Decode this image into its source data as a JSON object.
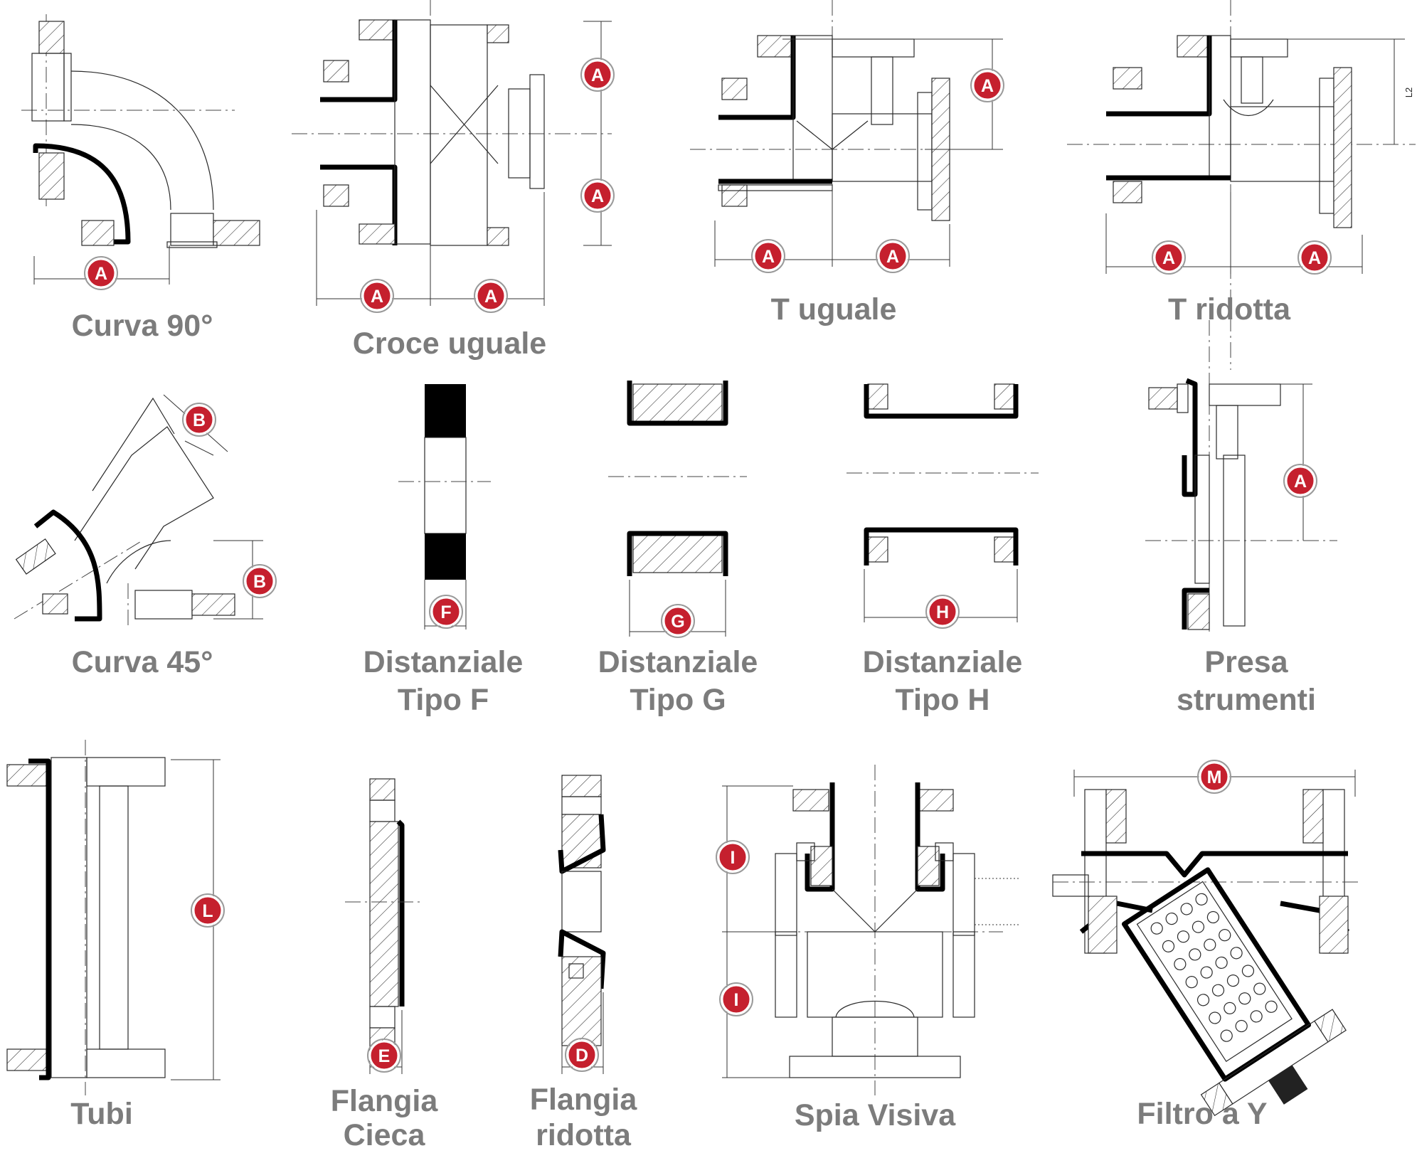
{
  "colors": {
    "caption": "#7c7c7c",
    "badge": "#c5202e",
    "lining": "#000000",
    "line": "#2a2a2a"
  },
  "small_label": "L2",
  "items": [
    {
      "id": "curva90",
      "caption": [
        "Curva 90°"
      ],
      "dims": [
        "A"
      ]
    },
    {
      "id": "croce",
      "caption": [
        "Croce uguale"
      ],
      "dims": [
        "A",
        "A",
        "A",
        "A"
      ]
    },
    {
      "id": "tuguale",
      "caption": [
        "T uguale"
      ],
      "dims": [
        "A",
        "A",
        "A"
      ]
    },
    {
      "id": "tridotta",
      "caption": [
        "T ridotta"
      ],
      "dims": [
        "A",
        "A"
      ]
    },
    {
      "id": "curva45",
      "caption": [
        "Curva 45°"
      ],
      "dims": [
        "B",
        "B"
      ]
    },
    {
      "id": "distF",
      "caption": [
        "Distanziale",
        "Tipo F"
      ],
      "dims": [
        "F"
      ]
    },
    {
      "id": "distG",
      "caption": [
        "Distanziale",
        "Tipo G"
      ],
      "dims": [
        "G"
      ]
    },
    {
      "id": "distH",
      "caption": [
        "Distanziale",
        "Tipo H"
      ],
      "dims": [
        "H"
      ]
    },
    {
      "id": "presa",
      "caption": [
        "Presa",
        "strumenti"
      ],
      "dims": [
        "A"
      ]
    },
    {
      "id": "tubi",
      "caption": [
        "Tubi"
      ],
      "dims": [
        "L"
      ]
    },
    {
      "id": "cieca",
      "caption": [
        "Flangia",
        "Cieca"
      ],
      "dims": [
        "E"
      ]
    },
    {
      "id": "ridotta",
      "caption": [
        "Flangia",
        "ridotta"
      ],
      "dims": [
        "D"
      ]
    },
    {
      "id": "spia",
      "caption": [
        "Spia Visiva"
      ],
      "dims": [
        "I",
        "I"
      ]
    },
    {
      "id": "filtro",
      "caption": [
        "Filtro a Y"
      ],
      "dims": [
        "M"
      ]
    }
  ]
}
